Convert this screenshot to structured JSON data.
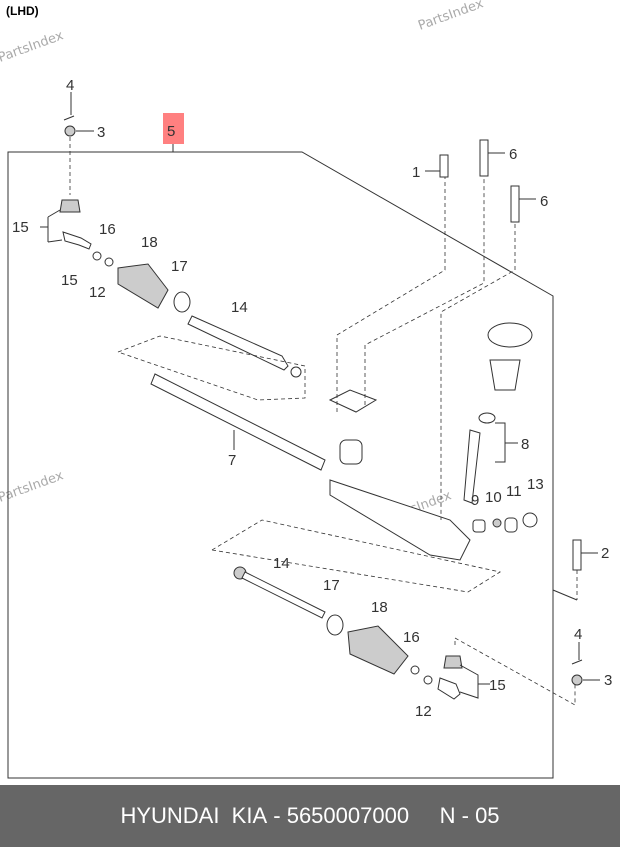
{
  "header": {
    "variant": "(LHD)"
  },
  "watermark": "PartsIndex",
  "highlight_color": "#ff8080",
  "callouts": {
    "c4a": "4",
    "c3a": "3",
    "c5": "5",
    "c1": "1",
    "c6a": "6",
    "c6b": "6",
    "c15a": "15",
    "c16a": "16",
    "c18a": "18",
    "c17a": "17",
    "c15b": "15",
    "c12a": "12",
    "c14a": "14",
    "c8": "8",
    "c7": "7",
    "c9": "9",
    "c10": "10",
    "c11": "11",
    "c13": "13",
    "c2": "2",
    "c14b": "14",
    "c17b": "17",
    "c18b": "18",
    "c16b": "16",
    "c4b": "4",
    "c3b": "3",
    "c15c": "15",
    "c12b": "12"
  },
  "footer": {
    "brand": "HYUNDAI  KIA",
    "part_number": "5650007000",
    "page": "N - 05"
  }
}
